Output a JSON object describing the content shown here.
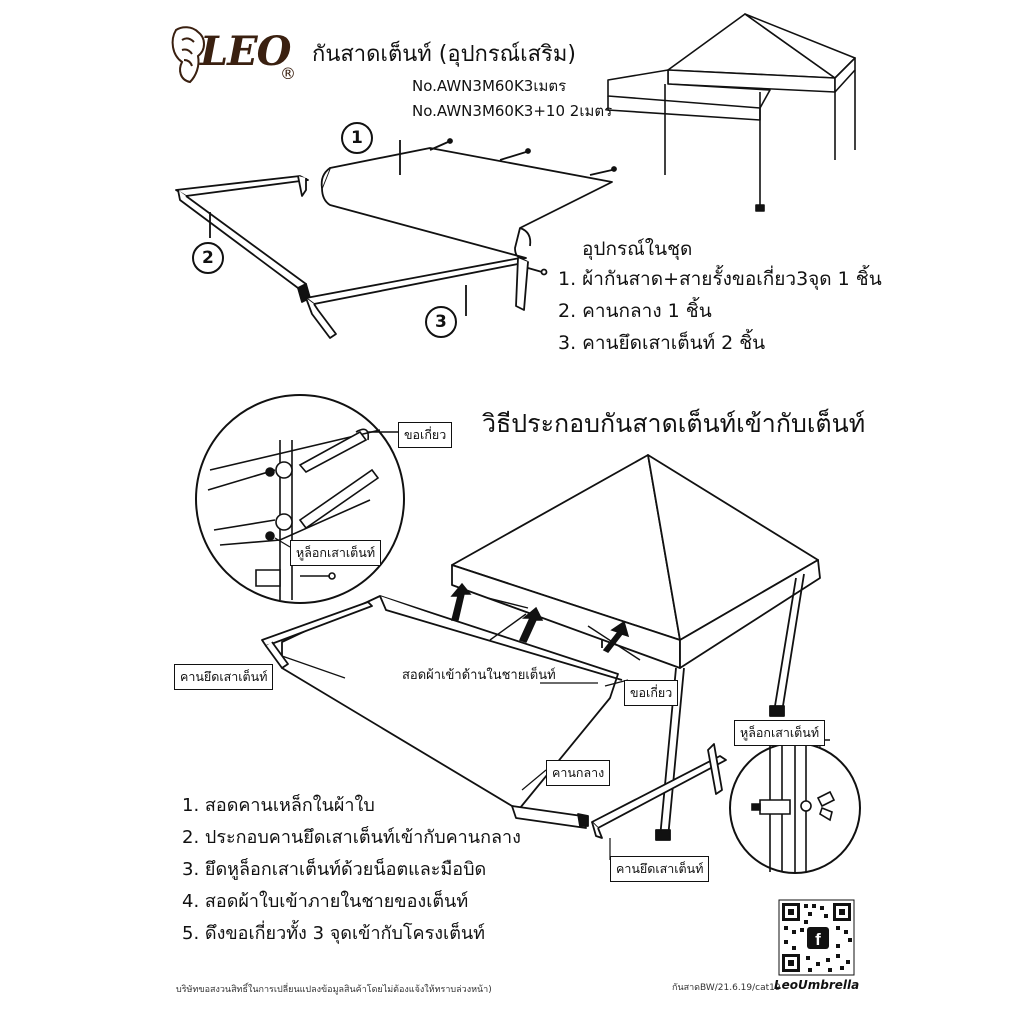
{
  "header": {
    "logo_text": "LEO",
    "logo_mark": "®",
    "title": "กันสาดเต็นท์ (อุปกรณ์เสริม)",
    "models": [
      "No.AWN3M60K3เมตร",
      "No.AWN3M60K3+10 2เมตร"
    ]
  },
  "parts": {
    "title": "อุปกรณ์ในชุด",
    "items": [
      "1. ผ้ากันสาด+สายรั้งขอเกี่ยว3จุด 1 ชิ้น",
      "2. คานกลาง 1 ชิ้น",
      "3. คานยึดเสาเต็นท์ 2 ชิ้น"
    ],
    "markers": [
      "1",
      "2",
      "3"
    ]
  },
  "assembly": {
    "title": "วิธีประกอบกันสาดเต็นท์เข้ากับเต็นท์",
    "callouts": {
      "hook": "ขอเกี่ยว",
      "pole_lock_1": "หูล็อกเสาเต็นท์",
      "pole_beam_left": "คานยึดเสาเต็นท์",
      "insert_fabric": "สอดผ้าเข้าด้านในชายเต็นท์",
      "hook_2": "ขอเกี่ยว",
      "pole_lock_2": "หูล็อกเสาเต็นท์",
      "middle_beam": "คานกลาง",
      "pole_beam_right": "คานยึดเสาเต็นท์"
    },
    "steps": [
      "1. สอดคานเหล็กในผ้าใบ",
      "2. ประกอบคานยึดเสาเต็นท์เข้ากับคานกลาง",
      "3. ยึดหูล็อกเสาเต็นท์ด้วยน็อตและมือบิด",
      "4. สอดผ้าใบเข้าภายในชายของเต็นท์",
      "5. ดึงขอเกี่ยวทั้ง 3 จุดเข้ากับโครงเต็นท์"
    ]
  },
  "footer": {
    "disclaimer": "บริษัทขอสงวนสิทธิ์ในการเปลี่ยนแปลงข้อมูลสินค้าโดยไม่ต้องแจ้งให้ทราบล่วงหน้า)",
    "doc_code": "กันสาดBW/21.6.19/cat19",
    "brand": "LeoUmbrella"
  },
  "qr": {
    "icon": "facebook-icon"
  }
}
